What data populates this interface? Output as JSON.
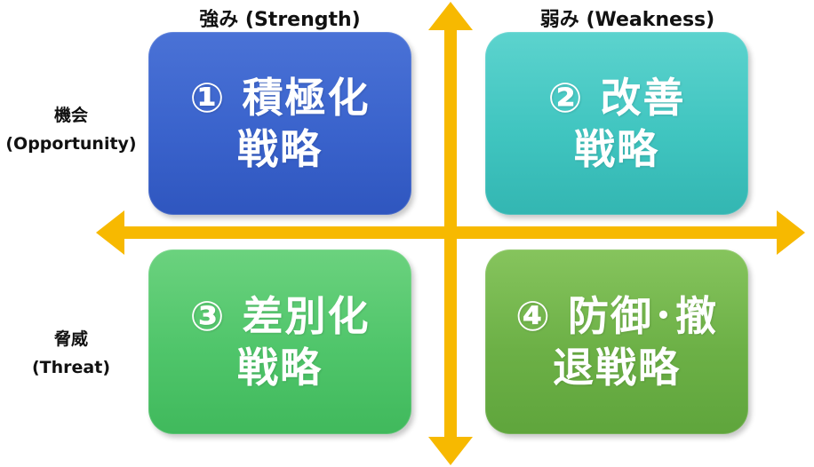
{
  "headers": {
    "strength": "強み (Strength)",
    "weakness": "弱み (Weakness)"
  },
  "side": {
    "opportunity_ja": "機会",
    "opportunity_en": "(Opportunity)",
    "threat_ja": "脅威",
    "threat_en": "(Threat)"
  },
  "quadrants": [
    {
      "line1": "① 積極化",
      "line2": "戦略",
      "color": "#3a63cc"
    },
    {
      "line1": "② 改善",
      "line2": "戦略",
      "color": "#40c5c0"
    },
    {
      "line1": "③ 差別化",
      "line2": "戦略",
      "color": "#4fc56a"
    },
    {
      "line1": "④ 防御･撤",
      "line2": "退戦略",
      "color": "#6cb046"
    }
  ],
  "colors": {
    "axis": "#f7b900"
  },
  "icons": {
    "horizontal_axis": "double-headed-arrow",
    "vertical_axis": "double-headed-arrow"
  }
}
